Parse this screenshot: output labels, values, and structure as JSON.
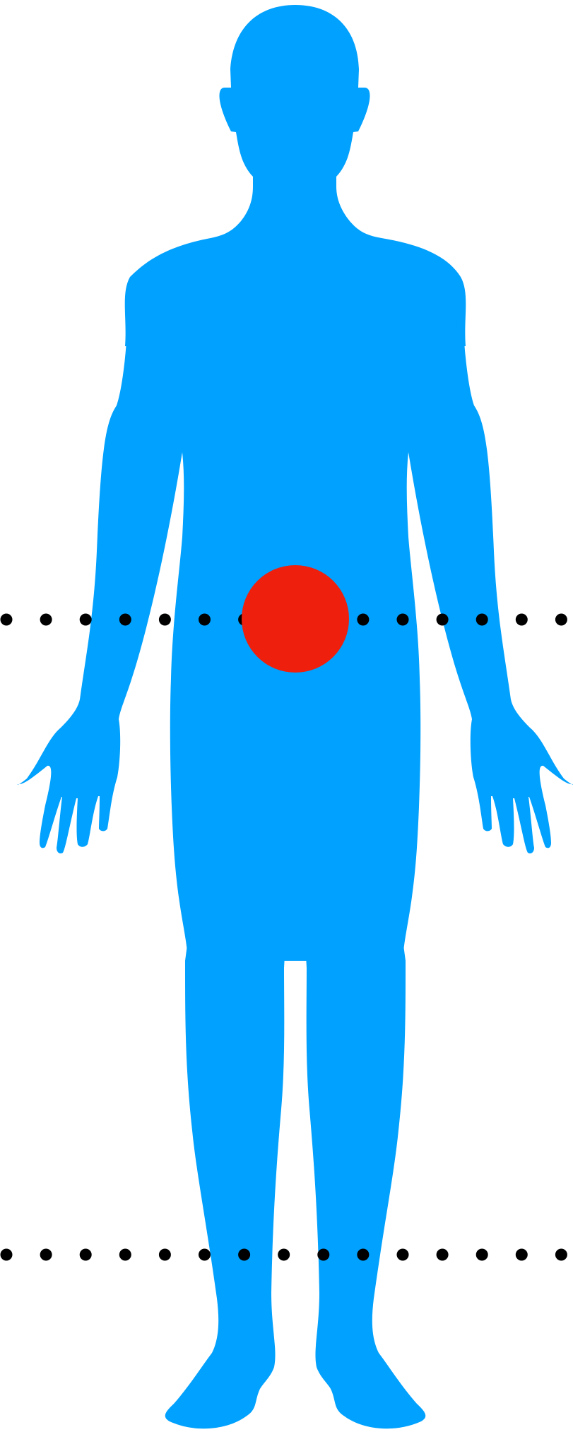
{
  "colors": {
    "background": "#ffffff",
    "body": "#00a1ff",
    "marker": "#ee1f0c",
    "dots": "#000000"
  },
  "figure": {
    "icon": "human-body-silhouette",
    "marker_icon": "red-circle-marker",
    "dotted_lines": [
      {
        "name": "dotted-line-upper",
        "dot_count": 15
      },
      {
        "name": "dotted-line-lower",
        "dot_count": 15
      }
    ]
  }
}
